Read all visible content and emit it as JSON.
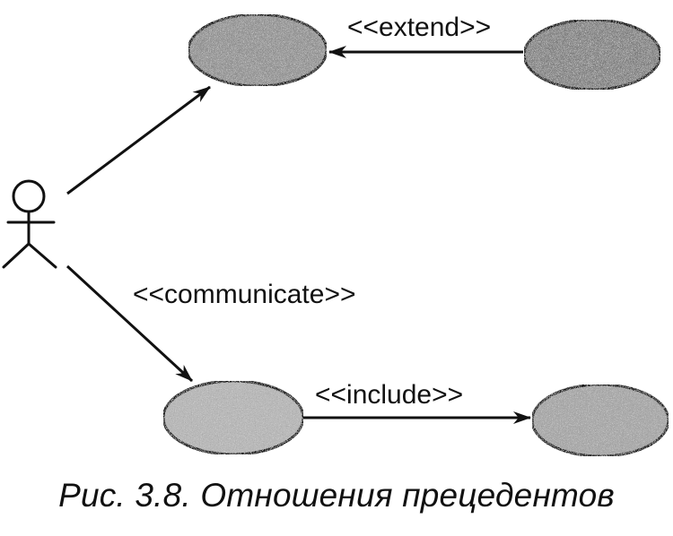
{
  "diagram": {
    "relations": {
      "extend": "<<extend>>",
      "communicate": "<<communicate>>",
      "include": "<<include>>"
    },
    "caption": "Рис. 3.8. Отношения прецедентов"
  },
  "colors": {
    "line": "#111111",
    "use_case_fill_dark": "#8f8f8f",
    "use_case_fill_light": "#b5b5b5",
    "background": "#ffffff"
  }
}
